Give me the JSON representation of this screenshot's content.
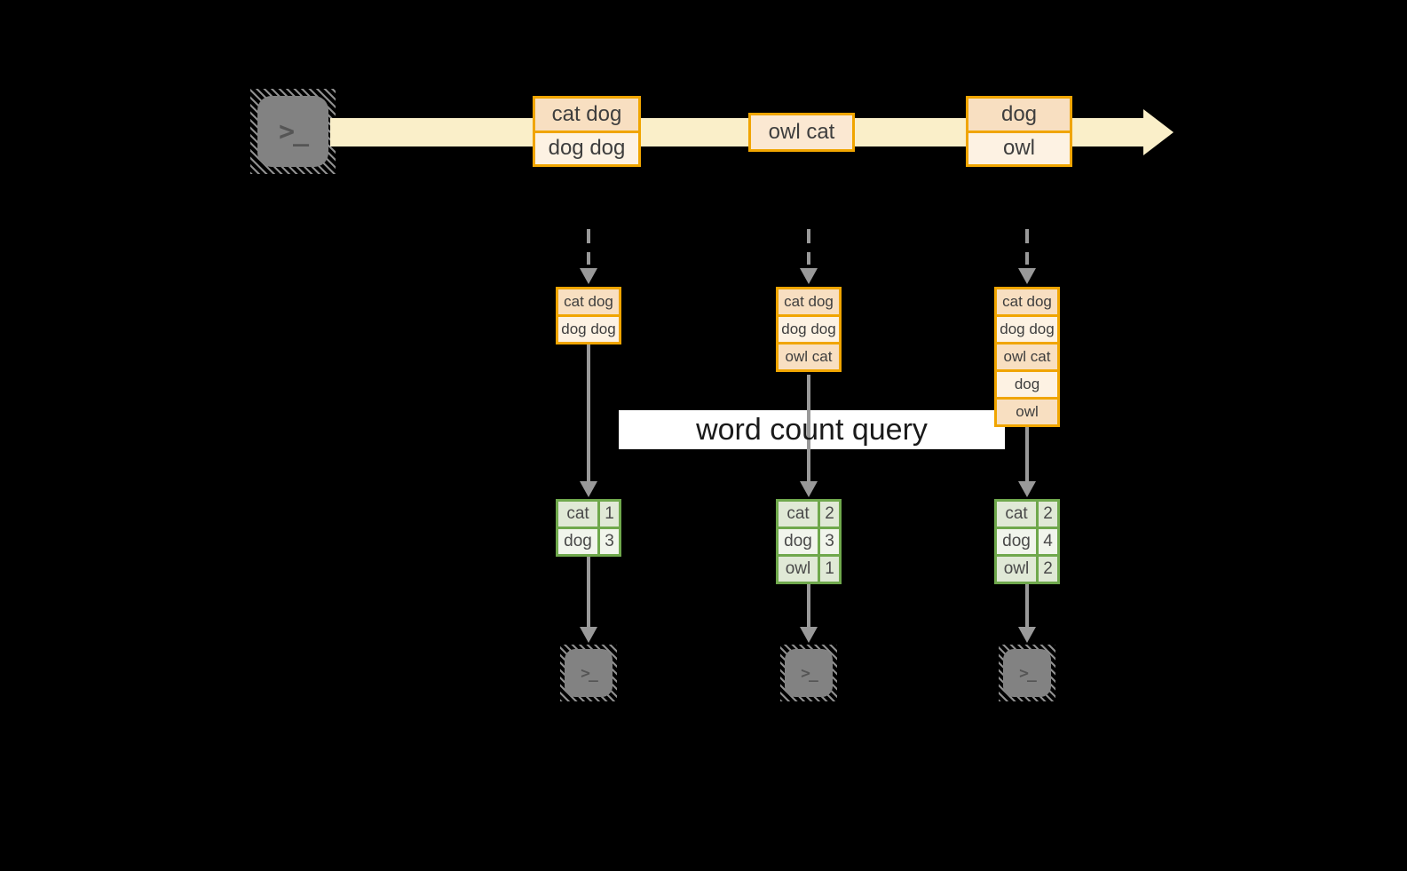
{
  "banner": {
    "label": "word count query"
  },
  "terminal": {
    "glyph": ">_"
  },
  "stream": {
    "events": [
      {
        "rows": [
          "cat dog",
          "dog dog"
        ]
      },
      {
        "rows": [
          "owl cat"
        ]
      },
      {
        "rows": [
          "dog",
          "owl"
        ]
      }
    ]
  },
  "snapshots": [
    {
      "rows": [
        "cat dog",
        "dog dog"
      ]
    },
    {
      "rows": [
        "cat dog",
        "dog dog",
        "owl cat"
      ]
    },
    {
      "rows": [
        "cat dog",
        "dog dog",
        "owl cat",
        "dog",
        "owl"
      ]
    }
  ],
  "counts": [
    {
      "rows": [
        {
          "word": "cat",
          "count": "1"
        },
        {
          "word": "dog",
          "count": "3"
        }
      ]
    },
    {
      "rows": [
        {
          "word": "cat",
          "count": "2"
        },
        {
          "word": "dog",
          "count": "3"
        },
        {
          "word": "owl",
          "count": "1"
        }
      ]
    },
    {
      "rows": [
        {
          "word": "cat",
          "count": "2"
        },
        {
          "word": "dog",
          "count": "4"
        },
        {
          "word": "owl",
          "count": "2"
        }
      ]
    }
  ],
  "colors": {
    "accent_orange": "#F0A500",
    "event_fill_dark": "#F8DFC1",
    "event_fill_light": "#FDF2E3",
    "stream_band": "#FAEFC9",
    "accent_green": "#6FA84C",
    "table_fill_dark": "#E0E9D6",
    "table_fill_light": "#F1F5EC",
    "arrow_gray": "#999999",
    "terminal_gray": "#828282",
    "background": "#000000"
  }
}
